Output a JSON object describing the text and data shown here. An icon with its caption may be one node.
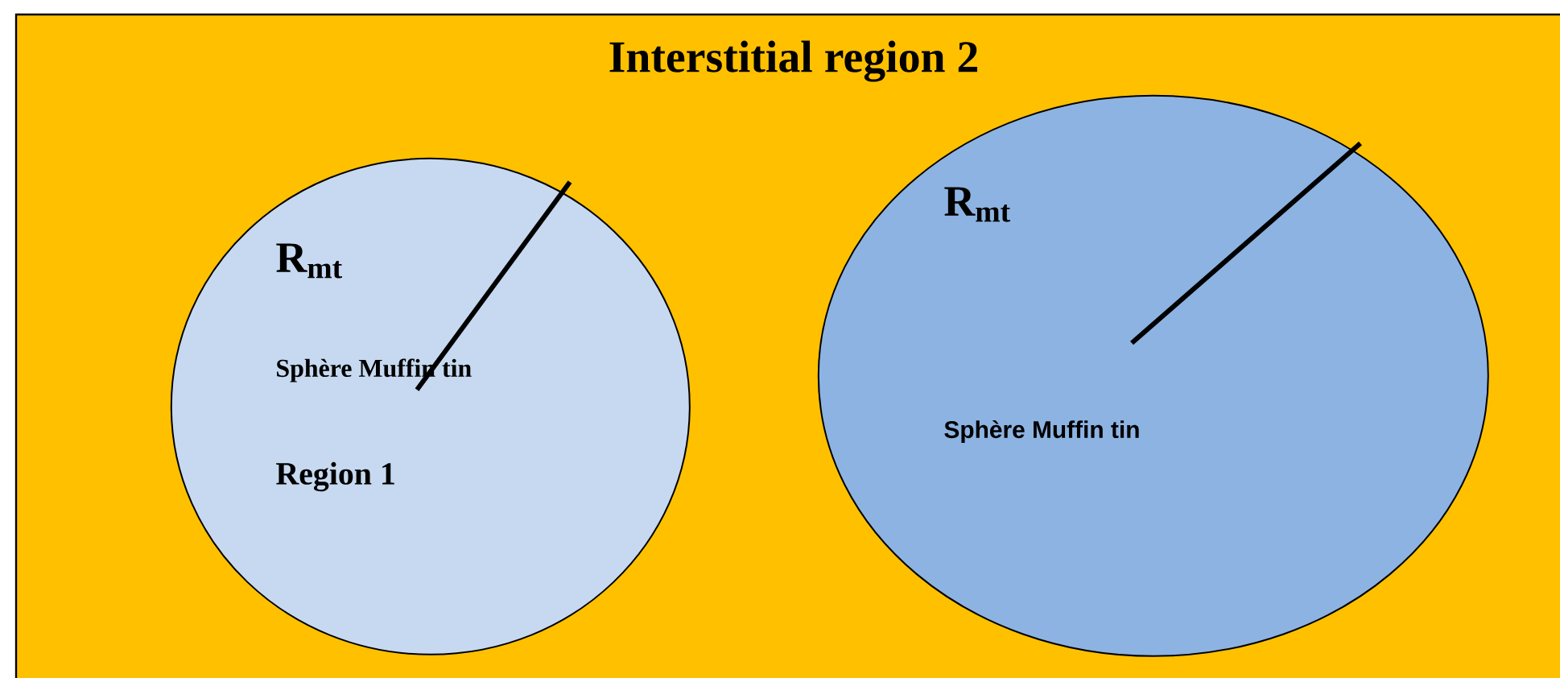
{
  "diagram": {
    "nodes": [
      {
        "text": [
          "Interstitial region 2"
        ]
      },
      {
        "text": [
          "R$_{mt}$",
          "Sphère Muffin tin",
          "Region 1"
        ],
        "in": 0
      },
      {
        "text": [
          "R$_{mt}$",
          "Sphère Muffin tin"
        ],
        "in": 0
      }
    ]
  }
}
